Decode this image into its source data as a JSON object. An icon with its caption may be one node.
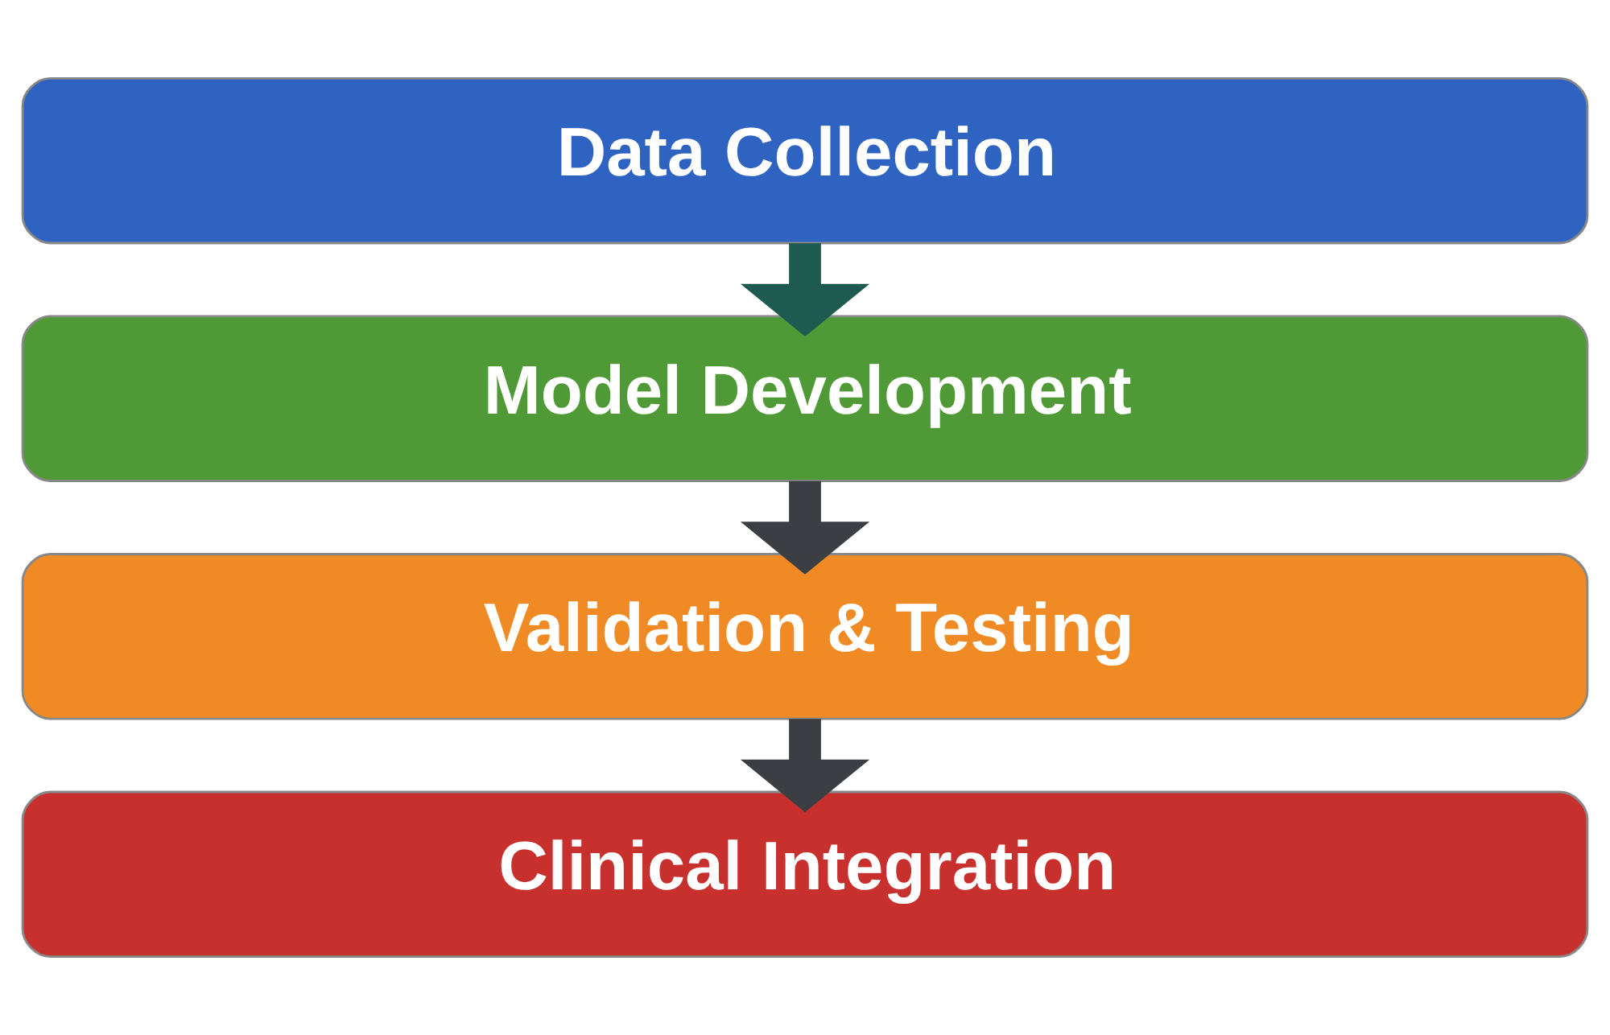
{
  "diagram": {
    "nodes": [
      {
        "text": [
          "Data Collection"
        ]
      },
      {
        "text": [
          "Model Development"
        ]
      },
      {
        "text": [
          "Validation & Testing"
        ]
      },
      {
        "text": [
          "Clinical Integration"
        ]
      }
    ],
    "edges": [
      {
        "from": 0,
        "to": 1,
        "arrow": "to",
        "color": "#1f5a50"
      },
      {
        "from": 1,
        "to": 2,
        "arrow": "to"
      },
      {
        "from": 2,
        "to": 3,
        "arrow": "to"
      }
    ]
  }
}
